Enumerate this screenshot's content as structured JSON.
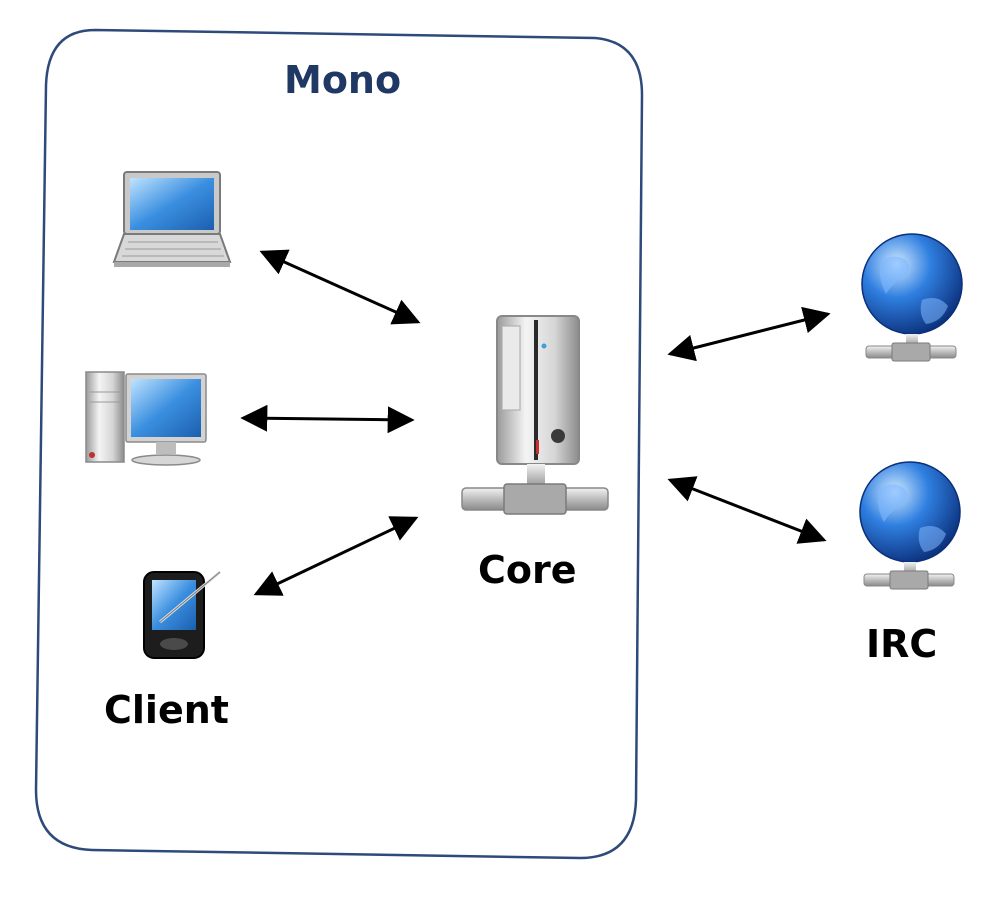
{
  "group": {
    "title": "Mono"
  },
  "nodes": {
    "core": {
      "label": "Core",
      "icon": "server-icon"
    },
    "client": {
      "label": "Client",
      "icon": "pda-icon"
    },
    "irc": {
      "label": "IRC",
      "icon": "network-globe-icon"
    },
    "laptop": {
      "icon": "laptop-icon"
    },
    "desktop": {
      "icon": "desktop-computer-icon"
    }
  },
  "colors": {
    "border": "#2e4a7a",
    "title": "#1f3864",
    "globe": "#1e5fbf",
    "screen": "#3b8fe0"
  }
}
